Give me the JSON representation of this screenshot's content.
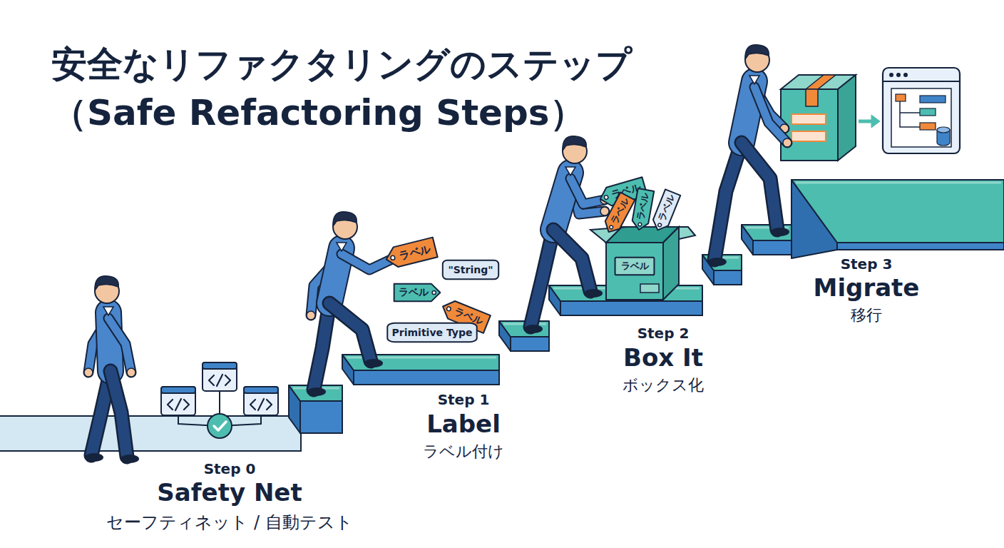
{
  "diagram": {
    "title": "安全なリファクタリングのステップ （Safe Refactoring Steps）",
    "nodes": [
      {
        "text": [
          "ラベル"
        ]
      },
      {
        "text": [
          "\"String\""
        ]
      },
      {
        "text": [
          "ラベル"
        ]
      },
      {
        "text": [
          "ラベル"
        ]
      },
      {
        "text": [
          "Primitive Type"
        ]
      },
      {
        "text": [
          "ラベル"
        ]
      },
      {
        "text": [
          "ラベル"
        ]
      },
      {
        "text": [
          "ラベル"
        ]
      },
      {
        "text": [
          "ラベル"
        ]
      },
      {
        "text": [
          "ラベル"
        ]
      }
    ],
    "labels": [
      "Step 0",
      "Safety Net",
      "セーフティネット / 自動テスト",
      "Step 1",
      "Label",
      "ラベル付け",
      "Step 2",
      "Box It",
      "ボックス化",
      "Step 3",
      "Migrate",
      "移行"
    ]
  }
}
